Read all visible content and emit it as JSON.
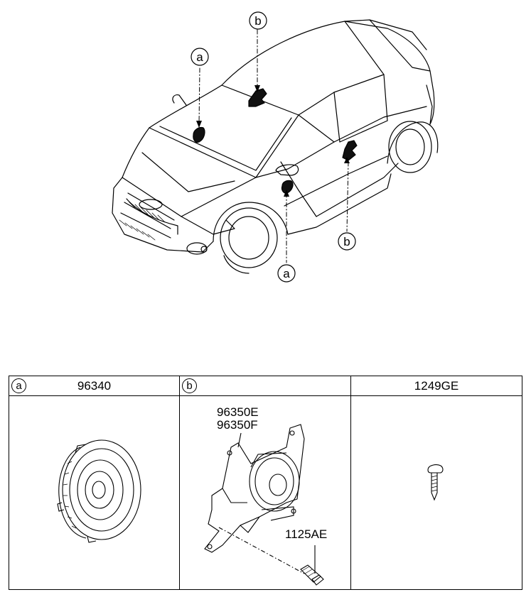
{
  "diagram": {
    "callouts": {
      "a_upper": "a",
      "b_upper": "b",
      "b_lower": "b",
      "a_lower": "a"
    }
  },
  "table": {
    "col1": {
      "callout": "a",
      "part_number": "96340"
    },
    "col2": {
      "callout": "b",
      "part_numbers": [
        "96350E",
        "96350F"
      ],
      "fastener": "1125AE"
    },
    "col3": {
      "part_number": "1249GE"
    }
  }
}
